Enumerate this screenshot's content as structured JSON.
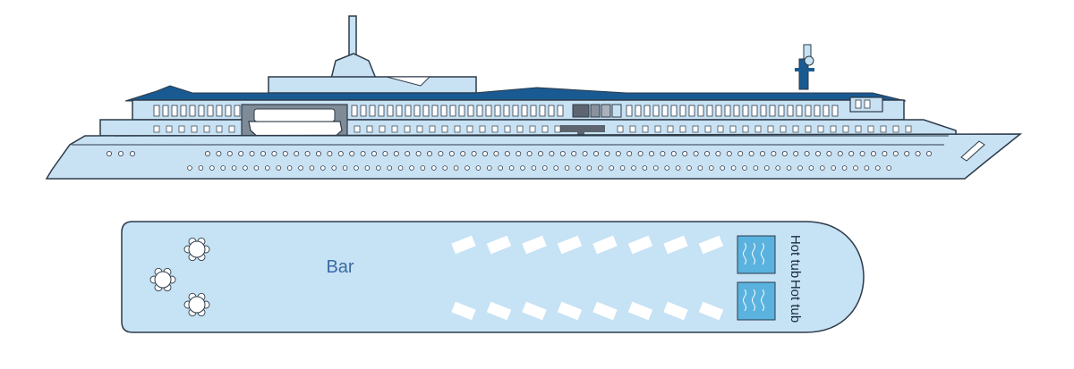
{
  "colors": {
    "hull": "#c8e2f4",
    "hull_stroke": "#2d3a48",
    "navy": "#1a5a92",
    "deck": "#c6e2f5",
    "window": "#ffffff",
    "dark_window": "#5c6570",
    "label": "#3a6ba1",
    "hot_tub": "#5ab2de",
    "lounger": "#ffffff"
  },
  "deck_plan": {
    "bar_label": "Bar",
    "hot_tubs": [
      {
        "label": "Hot tub"
      },
      {
        "label": "Hot tub"
      }
    ],
    "tables_count": 3,
    "loungers_per_row": 8
  },
  "icons": [
    "lifeboat-icon",
    "table-icon",
    "lounger-icon",
    "hot-tub-icon",
    "radar-mast-icon"
  ]
}
